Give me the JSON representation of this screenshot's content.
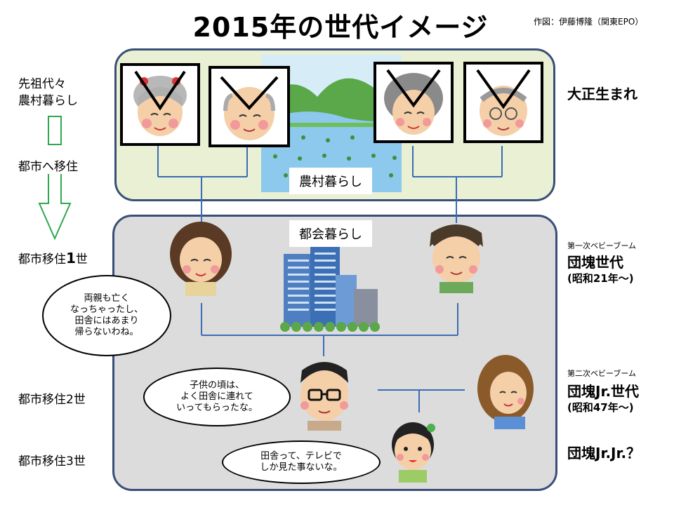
{
  "title": "2015年の世代イメージ",
  "credit": "作図：伊藤博隆（関東EPO）",
  "left": {
    "ancestors": [
      "先祖代々",
      "農村暮らし"
    ],
    "migration": "都市へ移住",
    "gen1_prefix": "都市移住",
    "gen1_num": "1",
    "gen1_suffix": "世",
    "gen2": "都市移住2世",
    "gen3": "都市移住3世"
  },
  "right": {
    "taisho": "大正生まれ",
    "boom1": "第一次ベビーブーム",
    "dankai": "団塊世代",
    "dankai_era": "(昭和21年～)",
    "boom2": "第二次ベビーブーム",
    "dankai_jr": "団塊Jr.世代",
    "dankai_jr_era": "(昭和47年～)",
    "dankai_jrjr": "団塊Jr.Jr.？"
  },
  "tags": {
    "rural": "農村暮らし",
    "urban": "都会暮らし"
  },
  "bubbles": {
    "mother": [
      "両親も亡く",
      "なっちゃったし、",
      "田舎にはあまり",
      "帰らないわね。"
    ],
    "son": [
      "子供の頃は、",
      "よく田舎に連れて",
      "いってもらったな。"
    ],
    "grandchild": [
      "田舎って、テレビで",
      "しか見た事ないな。"
    ]
  },
  "colors": {
    "line": "#3a6db5",
    "frame": "#3a4f78",
    "rural_bg": "#e9f0d3",
    "urban_bg": "#dcdcdc",
    "arrow": "#2fa84f"
  }
}
